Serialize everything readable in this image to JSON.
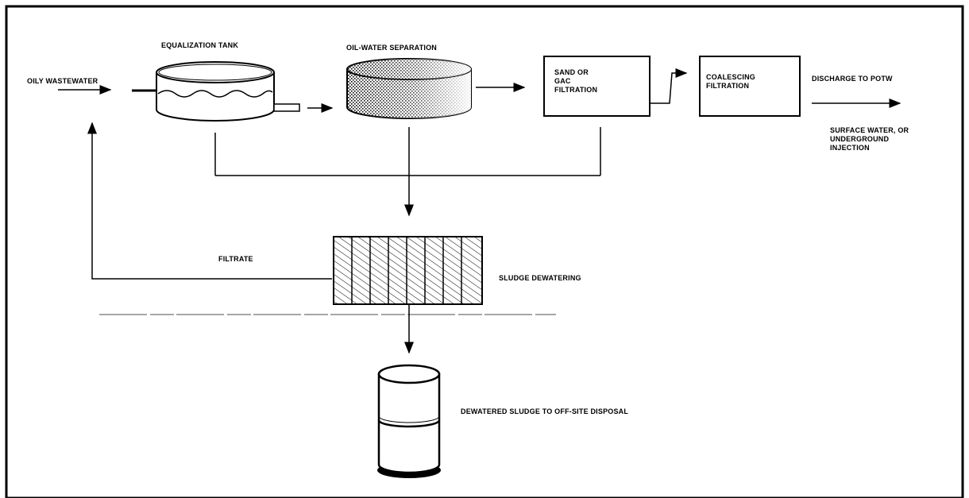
{
  "diagram": {
    "labels": {
      "oily_wastewater": "OILY WASTEWATER",
      "equalization_tank": "EQUALIZATION TANK",
      "oil_water_separation": "OIL-WATER SEPARATION",
      "sand_or_gac_filtration": "SAND OR\nGAC\nFILTRATION",
      "coalescing_filtration": "COALESCING\nFILTRATION",
      "discharge_to_potw": "DISCHARGE TO POTW",
      "surface_water": "SURFACE WATER, OR\nUNDERGROUND\nINJECTION",
      "filtrate": "FILTRATE",
      "sludge_dewatering": "SLUDGE DEWATERING",
      "dewatered_sludge": "DEWATERED SLUDGE TO OFF-SITE DISPOSAL"
    }
  }
}
